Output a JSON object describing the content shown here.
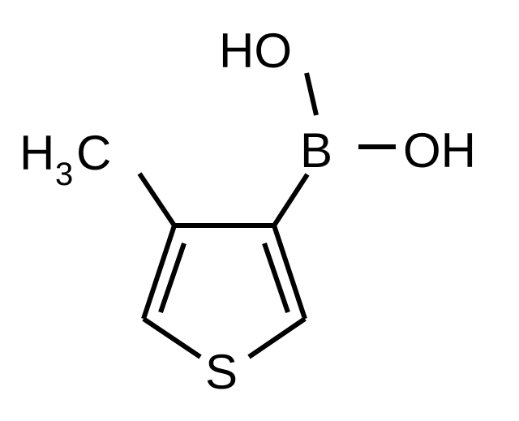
{
  "molecule": {
    "atoms": {
      "methyl_h": "H",
      "methyl_sub": "3",
      "methyl_c": "C",
      "boron": "B",
      "hydroxyl_top": "HO",
      "hydroxyl_right": "OH",
      "sulfur": "S"
    },
    "colors": {
      "bond": "#000000",
      "label": "#000000",
      "background": "#ffffff"
    }
  }
}
